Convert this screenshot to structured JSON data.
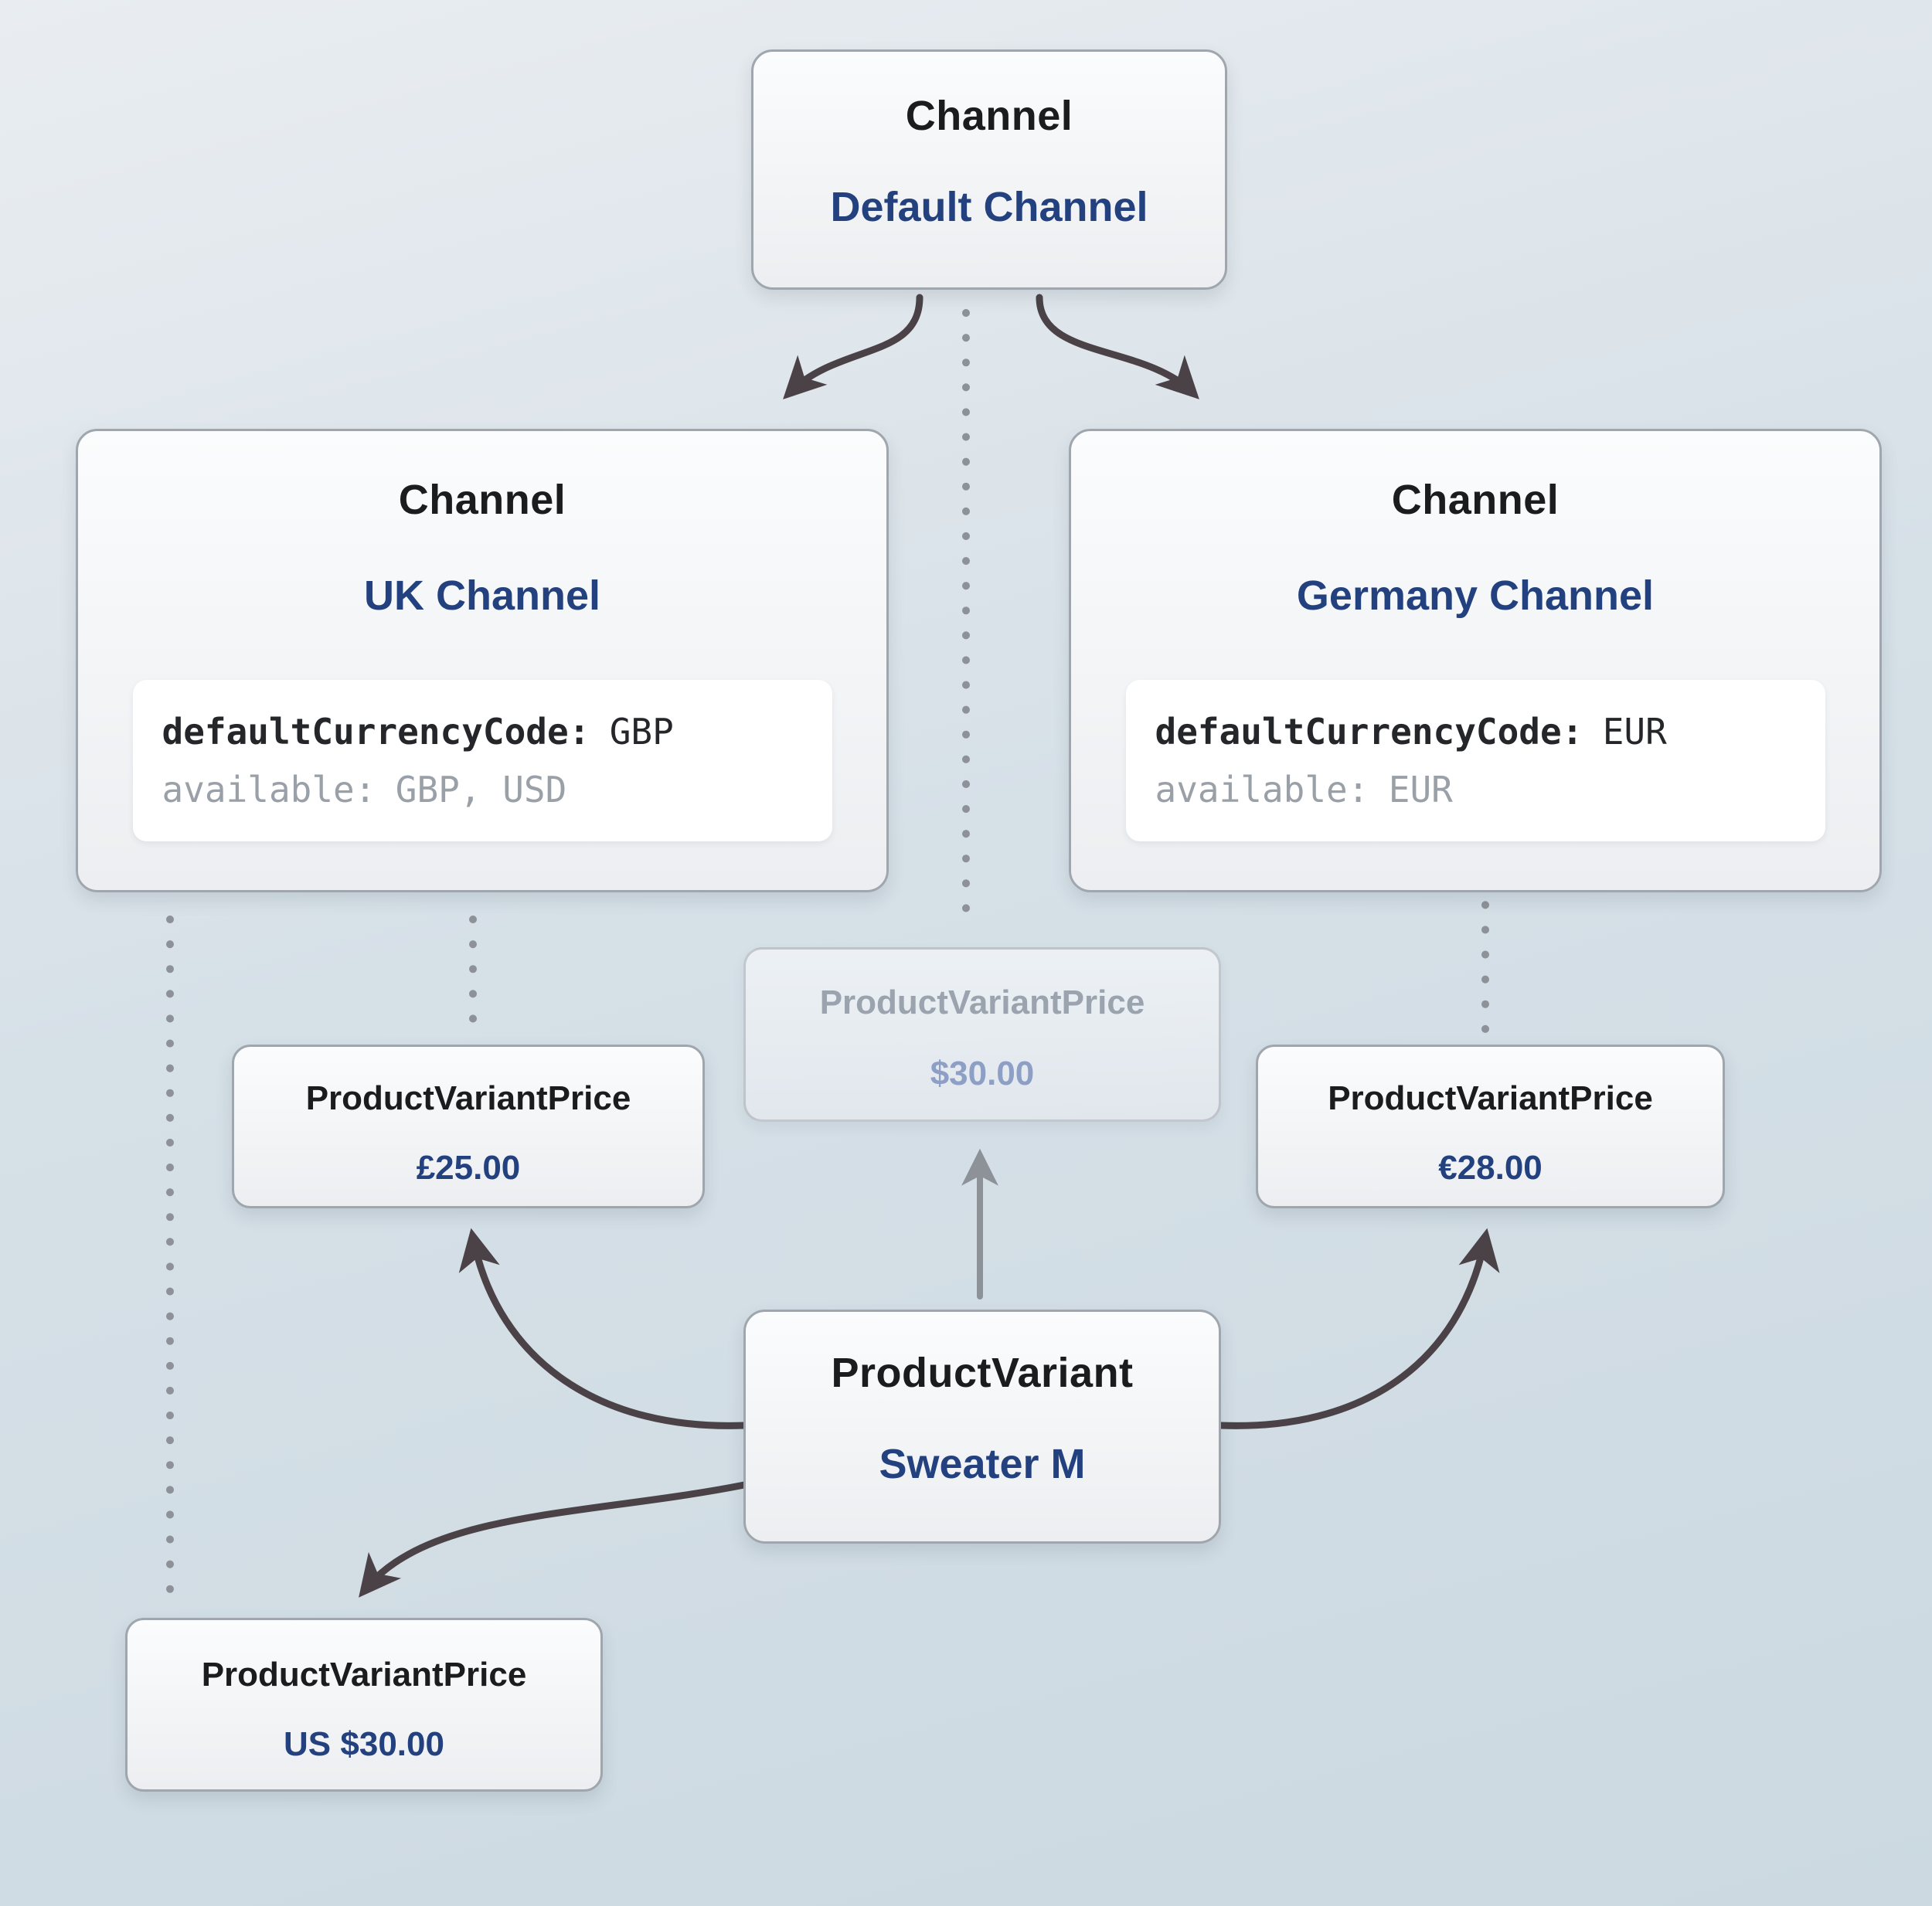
{
  "colors": {
    "accent_blue": "#23417f",
    "arrow_dark": "#4a4247",
    "arrow_gray": "#8d9298",
    "code_muted": "#9aa0a7"
  },
  "nodes": {
    "default_channel": {
      "title": "Channel",
      "name": "Default Channel"
    },
    "uk_channel": {
      "title": "Channel",
      "name": "UK Channel",
      "code_line1_key": "defaultCurrencyCode:",
      "code_line1_value": "GBP",
      "code_line2_key": "available:",
      "code_line2_value": "GBP, USD"
    },
    "germany_channel": {
      "title": "Channel",
      "name": "Germany Channel",
      "code_line1_key": "defaultCurrencyCode:",
      "code_line1_value": "EUR",
      "code_line2_key": "available:",
      "code_line2_value": "EUR"
    },
    "default_price": {
      "title": "ProductVariantPrice",
      "value": "$30.00"
    },
    "uk_price": {
      "title": "ProductVariantPrice",
      "value": "£25.00"
    },
    "de_price": {
      "title": "ProductVariantPrice",
      "value": "€28.00"
    },
    "us_price": {
      "title": "ProductVariantPrice",
      "value": "US $30.00"
    },
    "product_variant": {
      "title": "ProductVariant",
      "name": "Sweater M"
    }
  }
}
